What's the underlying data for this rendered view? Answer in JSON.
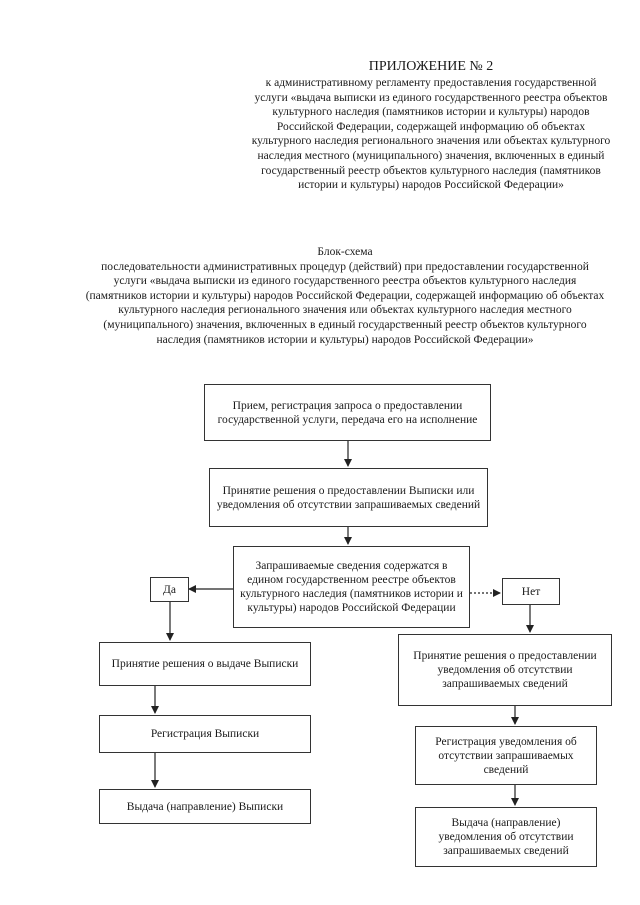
{
  "header": {
    "title": "ПРИЛОЖЕНИЕ № 2",
    "subtitle": "к административному  регламенту предоставления государственной услуги «выдача выписки из единого государственного реестра объектов культурного наследия (памятников истории и культуры) народов Российской Федерации, содержащей информацию об объектах культурного наследия регионального значения или объектах культурного наследия местного (муниципального) значения, включенных в единый государственный реестр объектов культурного наследия (памятников истории и культуры) народов Российской Федерации»"
  },
  "block_scheme": {
    "title": "Блок-схема",
    "description": "последовательности административных процедур (действий) при предоставлении государственной услуги «выдача выписки из единого государственного реестра объектов культурного наследия (памятников истории и культуры) народов Российской Федерации, содержащей информацию об объектах культурного наследия регионального значения или объектах культурного наследия местного (муниципального) значения, включенных в единый государственный реестр объектов культурного наследия (памятников истории и культуры) народов Российской Федерации»"
  },
  "flow": {
    "step1": "Прием, регистрация запроса о предоставлении государственной услуги, передача его на исполнение",
    "step2": "Принятие решения о предоставлении Выписки или уведомления об отсутствии запрашиваемых сведений",
    "decision": "Запрашиваемые сведения содержатся в едином государственном реестре объектов культурного наследия (памятников истории и культуры) народов Российской Федерации",
    "yes_label": "Да",
    "no_label": "Нет",
    "yes_branch": {
      "decide": "Принятие решения о выдаче Выписки",
      "register": "Регистрация Выписки",
      "issue": "Выдача (направление) Выписки"
    },
    "no_branch": {
      "decide": "Принятие решения о предоставлении уведомления об отсутствии запрашиваемых сведений",
      "register": "Регистрация уведомления об отсутствии запрашиваемых сведений",
      "issue": "Выдача (направление) уведомления об отсутствии запрашиваемых сведений"
    }
  }
}
